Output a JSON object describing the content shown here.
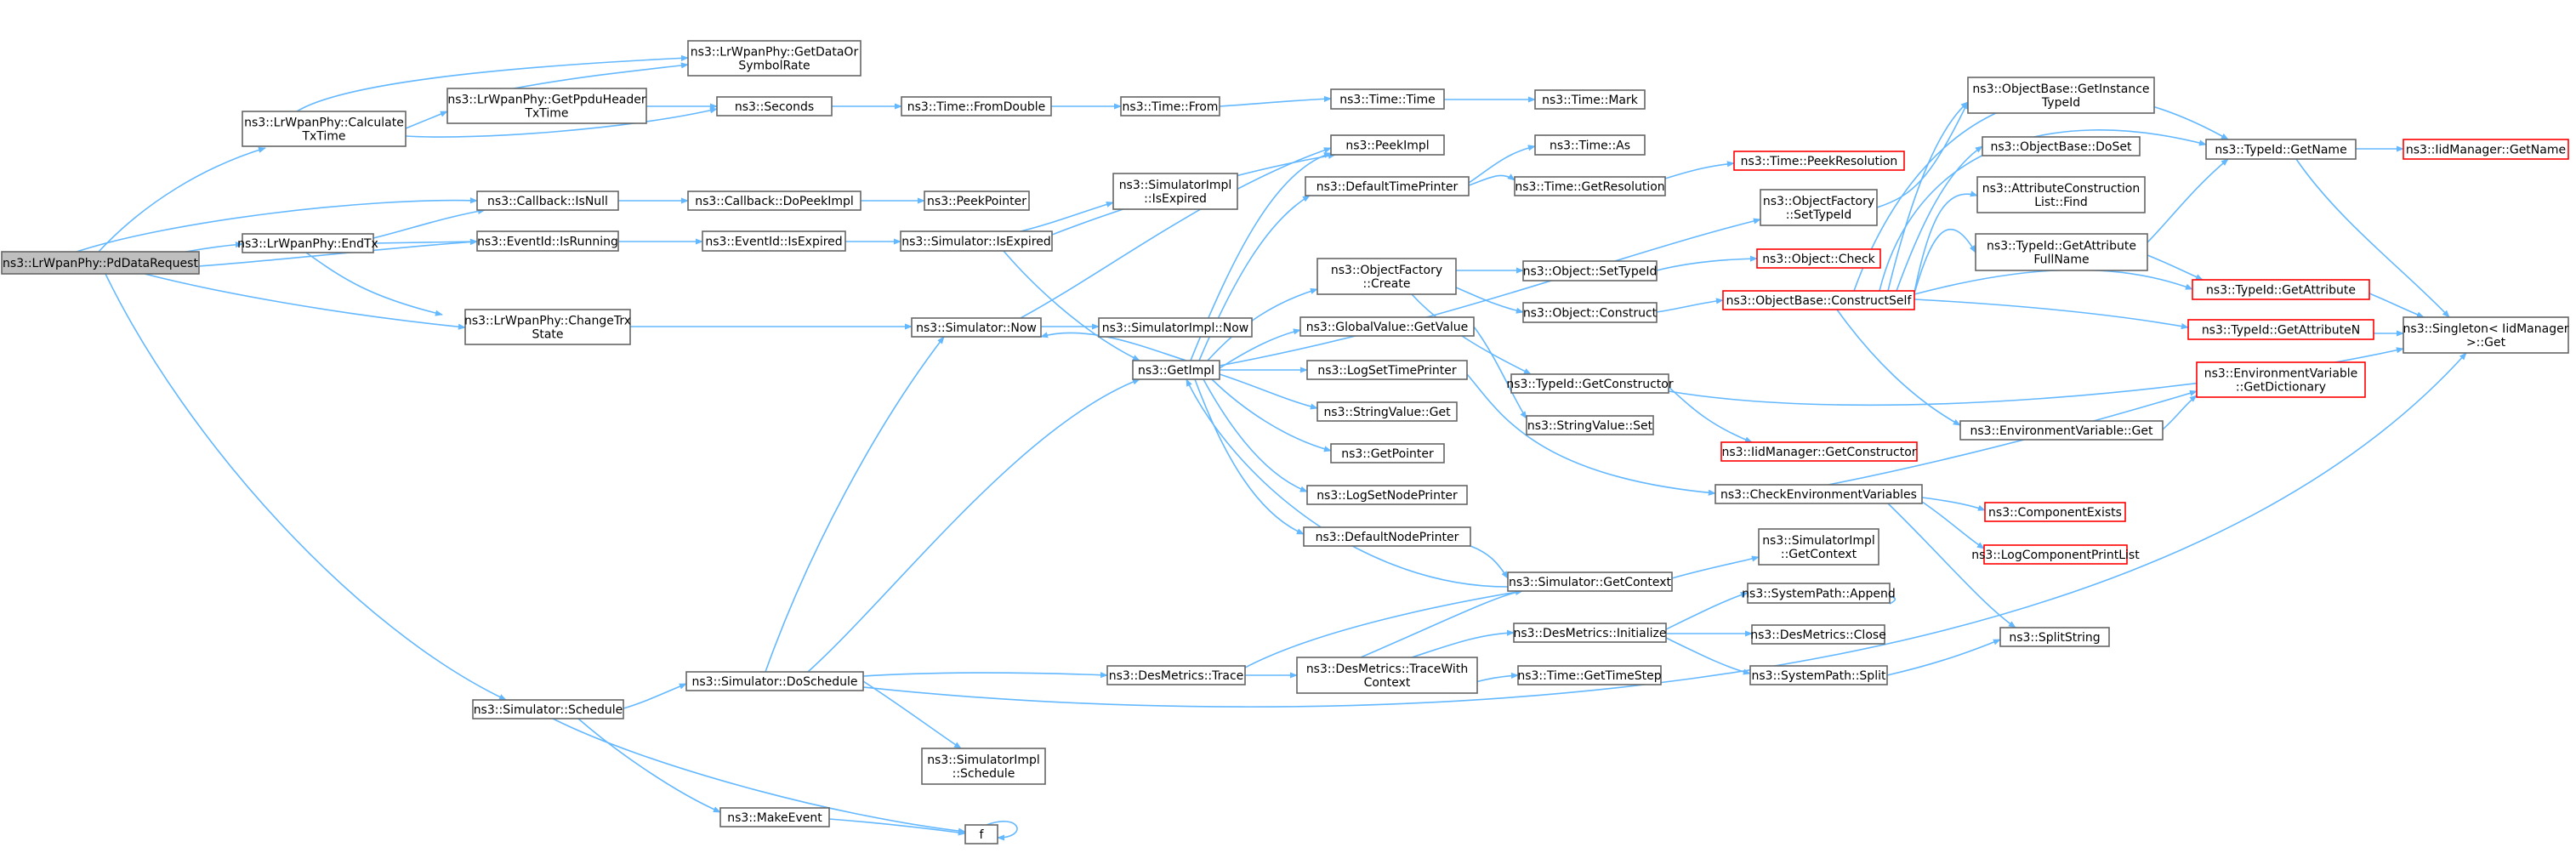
{
  "colors": {
    "edge": "#63b8ff",
    "node_border": "#666666",
    "root_fill": "#bfbfbf",
    "truncated_border": "#ff0000",
    "background": "#ffffff"
  },
  "nodes": [
    {
      "id": "root",
      "lines": [
        "ns3::LrWpanPhy::PdDataRequest"
      ],
      "root": true
    },
    {
      "id": "calcTx",
      "lines": [
        "ns3::LrWpanPhy::Calculate",
        "TxTime"
      ]
    },
    {
      "id": "dataRate",
      "lines": [
        "ns3::LrWpanPhy::GetDataOr",
        "SymbolRate"
      ]
    },
    {
      "id": "ppdu",
      "lines": [
        "ns3::LrWpanPhy::GetPpduHeader",
        "TxTime"
      ]
    },
    {
      "id": "seconds",
      "lines": [
        "ns3::Seconds"
      ]
    },
    {
      "id": "fromDouble",
      "lines": [
        "ns3::Time::FromDouble"
      ]
    },
    {
      "id": "from",
      "lines": [
        "ns3::Time::From"
      ]
    },
    {
      "id": "time",
      "lines": [
        "ns3::Time::Time"
      ]
    },
    {
      "id": "mark",
      "lines": [
        "ns3::Time::Mark"
      ]
    },
    {
      "id": "cbNull",
      "lines": [
        "ns3::Callback::IsNull"
      ]
    },
    {
      "id": "cbPeek",
      "lines": [
        "ns3::Callback::DoPeekImpl"
      ]
    },
    {
      "id": "peekPtr",
      "lines": [
        "ns3::PeekPointer"
      ]
    },
    {
      "id": "endTx",
      "lines": [
        "ns3::LrWpanPhy::EndTx"
      ]
    },
    {
      "id": "evRunning",
      "lines": [
        "ns3::EventId::IsRunning"
      ]
    },
    {
      "id": "evExpired",
      "lines": [
        "ns3::EventId::IsExpired"
      ]
    },
    {
      "id": "simExpired",
      "lines": [
        "ns3::Simulator::IsExpired"
      ]
    },
    {
      "id": "simImplExpired",
      "lines": [
        "ns3::SimulatorImpl",
        "::IsExpired"
      ]
    },
    {
      "id": "peekImpl",
      "lines": [
        "ns3::PeekImpl"
      ]
    },
    {
      "id": "defTimePrinter",
      "lines": [
        "ns3::DefaultTimePrinter"
      ]
    },
    {
      "id": "timeAs",
      "lines": [
        "ns3::Time::As"
      ]
    },
    {
      "id": "getRes",
      "lines": [
        "ns3::Time::GetResolution"
      ]
    },
    {
      "id": "peekRes",
      "lines": [
        "ns3::Time::PeekResolution"
      ],
      "trunc": true
    },
    {
      "id": "changeTrx",
      "lines": [
        "ns3::LrWpanPhy::ChangeTrx",
        "State"
      ]
    },
    {
      "id": "simNow",
      "lines": [
        "ns3::Simulator::Now"
      ]
    },
    {
      "id": "simImplNow",
      "lines": [
        "ns3::SimulatorImpl::Now"
      ]
    },
    {
      "id": "getImpl",
      "lines": [
        "ns3::GetImpl"
      ]
    },
    {
      "id": "ofCreate",
      "lines": [
        "ns3::ObjectFactory",
        "::Create"
      ]
    },
    {
      "id": "ofSetTypeId",
      "lines": [
        "ns3::ObjectFactory",
        "::SetTypeId"
      ]
    },
    {
      "id": "objSetTypeId",
      "lines": [
        "ns3::Object::SetTypeId"
      ]
    },
    {
      "id": "objCheck",
      "lines": [
        "ns3::Object::Check"
      ],
      "trunc": true
    },
    {
      "id": "objConstruct",
      "lines": [
        "ns3::Object::Construct"
      ]
    },
    {
      "id": "constructSelf",
      "lines": [
        "ns3::ObjectBase::ConstructSelf"
      ],
      "trunc": true
    },
    {
      "id": "gvGet",
      "lines": [
        "ns3::GlobalValue::GetValue"
      ]
    },
    {
      "id": "logSetTime",
      "lines": [
        "ns3::LogSetTimePrinter"
      ]
    },
    {
      "id": "svGet",
      "lines": [
        "ns3::StringValue::Get"
      ]
    },
    {
      "id": "getPointer",
      "lines": [
        "ns3::GetPointer"
      ]
    },
    {
      "id": "logSetNode",
      "lines": [
        "ns3::LogSetNodePrinter"
      ]
    },
    {
      "id": "defNodePrinter",
      "lines": [
        "ns3::DefaultNodePrinter"
      ]
    },
    {
      "id": "getCtor",
      "lines": [
        "ns3::TypeId::GetConstructor"
      ]
    },
    {
      "id": "svSet",
      "lines": [
        "ns3::StringValue::Set"
      ]
    },
    {
      "id": "iidGetCtor",
      "lines": [
        "ns3::IidManager::GetConstructor"
      ],
      "trunc": true
    },
    {
      "id": "checkEnv",
      "lines": [
        "ns3::CheckEnvironmentVariables"
      ]
    },
    {
      "id": "compExists",
      "lines": [
        "ns3::ComponentExists"
      ],
      "trunc": true
    },
    {
      "id": "logCompPrint",
      "lines": [
        "ns3::LogComponentPrintList"
      ],
      "trunc": true
    },
    {
      "id": "splitString",
      "lines": [
        "ns3::SplitString"
      ]
    },
    {
      "id": "simImplGetCtx",
      "lines": [
        "ns3::SimulatorImpl",
        "::GetContext"
      ]
    },
    {
      "id": "simGetCtx",
      "lines": [
        "ns3::Simulator::GetContext"
      ]
    },
    {
      "id": "desInit",
      "lines": [
        "ns3::DesMetrics::Initialize"
      ]
    },
    {
      "id": "spAppend",
      "lines": [
        "ns3::SystemPath::Append"
      ]
    },
    {
      "id": "desClose",
      "lines": [
        "ns3::DesMetrics::Close"
      ]
    },
    {
      "id": "spSplit",
      "lines": [
        "ns3::SystemPath::Split"
      ]
    },
    {
      "id": "getTimeStep",
      "lines": [
        "ns3::Time::GetTimeStep"
      ]
    },
    {
      "id": "desTrace",
      "lines": [
        "ns3::DesMetrics::Trace"
      ]
    },
    {
      "id": "desTraceCtx",
      "lines": [
        "ns3::DesMetrics::TraceWith",
        "Context"
      ]
    },
    {
      "id": "simSchedule",
      "lines": [
        "ns3::Simulator::Schedule"
      ]
    },
    {
      "id": "doSchedule",
      "lines": [
        "ns3::Simulator::DoSchedule"
      ]
    },
    {
      "id": "simImplSchedule",
      "lines": [
        "ns3::SimulatorImpl",
        "::Schedule"
      ]
    },
    {
      "id": "makeEvent",
      "lines": [
        "ns3::MakeEvent"
      ]
    },
    {
      "id": "f",
      "lines": [
        "f"
      ]
    },
    {
      "id": "obInstance",
      "lines": [
        "ns3::ObjectBase::GetInstance",
        "TypeId"
      ]
    },
    {
      "id": "obDoSet",
      "lines": [
        "ns3::ObjectBase::DoSet"
      ]
    },
    {
      "id": "acFind",
      "lines": [
        "ns3::AttributeConstruction",
        "List::Find"
      ]
    },
    {
      "id": "attrFullName",
      "lines": [
        "ns3::TypeId::GetAttribute",
        "FullName"
      ]
    },
    {
      "id": "envGet",
      "lines": [
        "ns3::EnvironmentVariable::Get"
      ]
    },
    {
      "id": "tidGetName",
      "lines": [
        "ns3::TypeId::GetName"
      ]
    },
    {
      "id": "iidGetName",
      "lines": [
        "ns3::IidManager::GetName"
      ],
      "trunc": true
    },
    {
      "id": "tidGetAttr",
      "lines": [
        "ns3::TypeId::GetAttribute"
      ],
      "trunc": true
    },
    {
      "id": "tidGetAttrN",
      "lines": [
        "ns3::TypeId::GetAttributeN"
      ],
      "trunc": true
    },
    {
      "id": "envDict",
      "lines": [
        "ns3::EnvironmentVariable",
        "::GetDictionary"
      ],
      "trunc": true
    },
    {
      "id": "singleton",
      "lines": [
        "ns3::Singleton< IidManager",
        ">::Get"
      ]
    }
  ]
}
